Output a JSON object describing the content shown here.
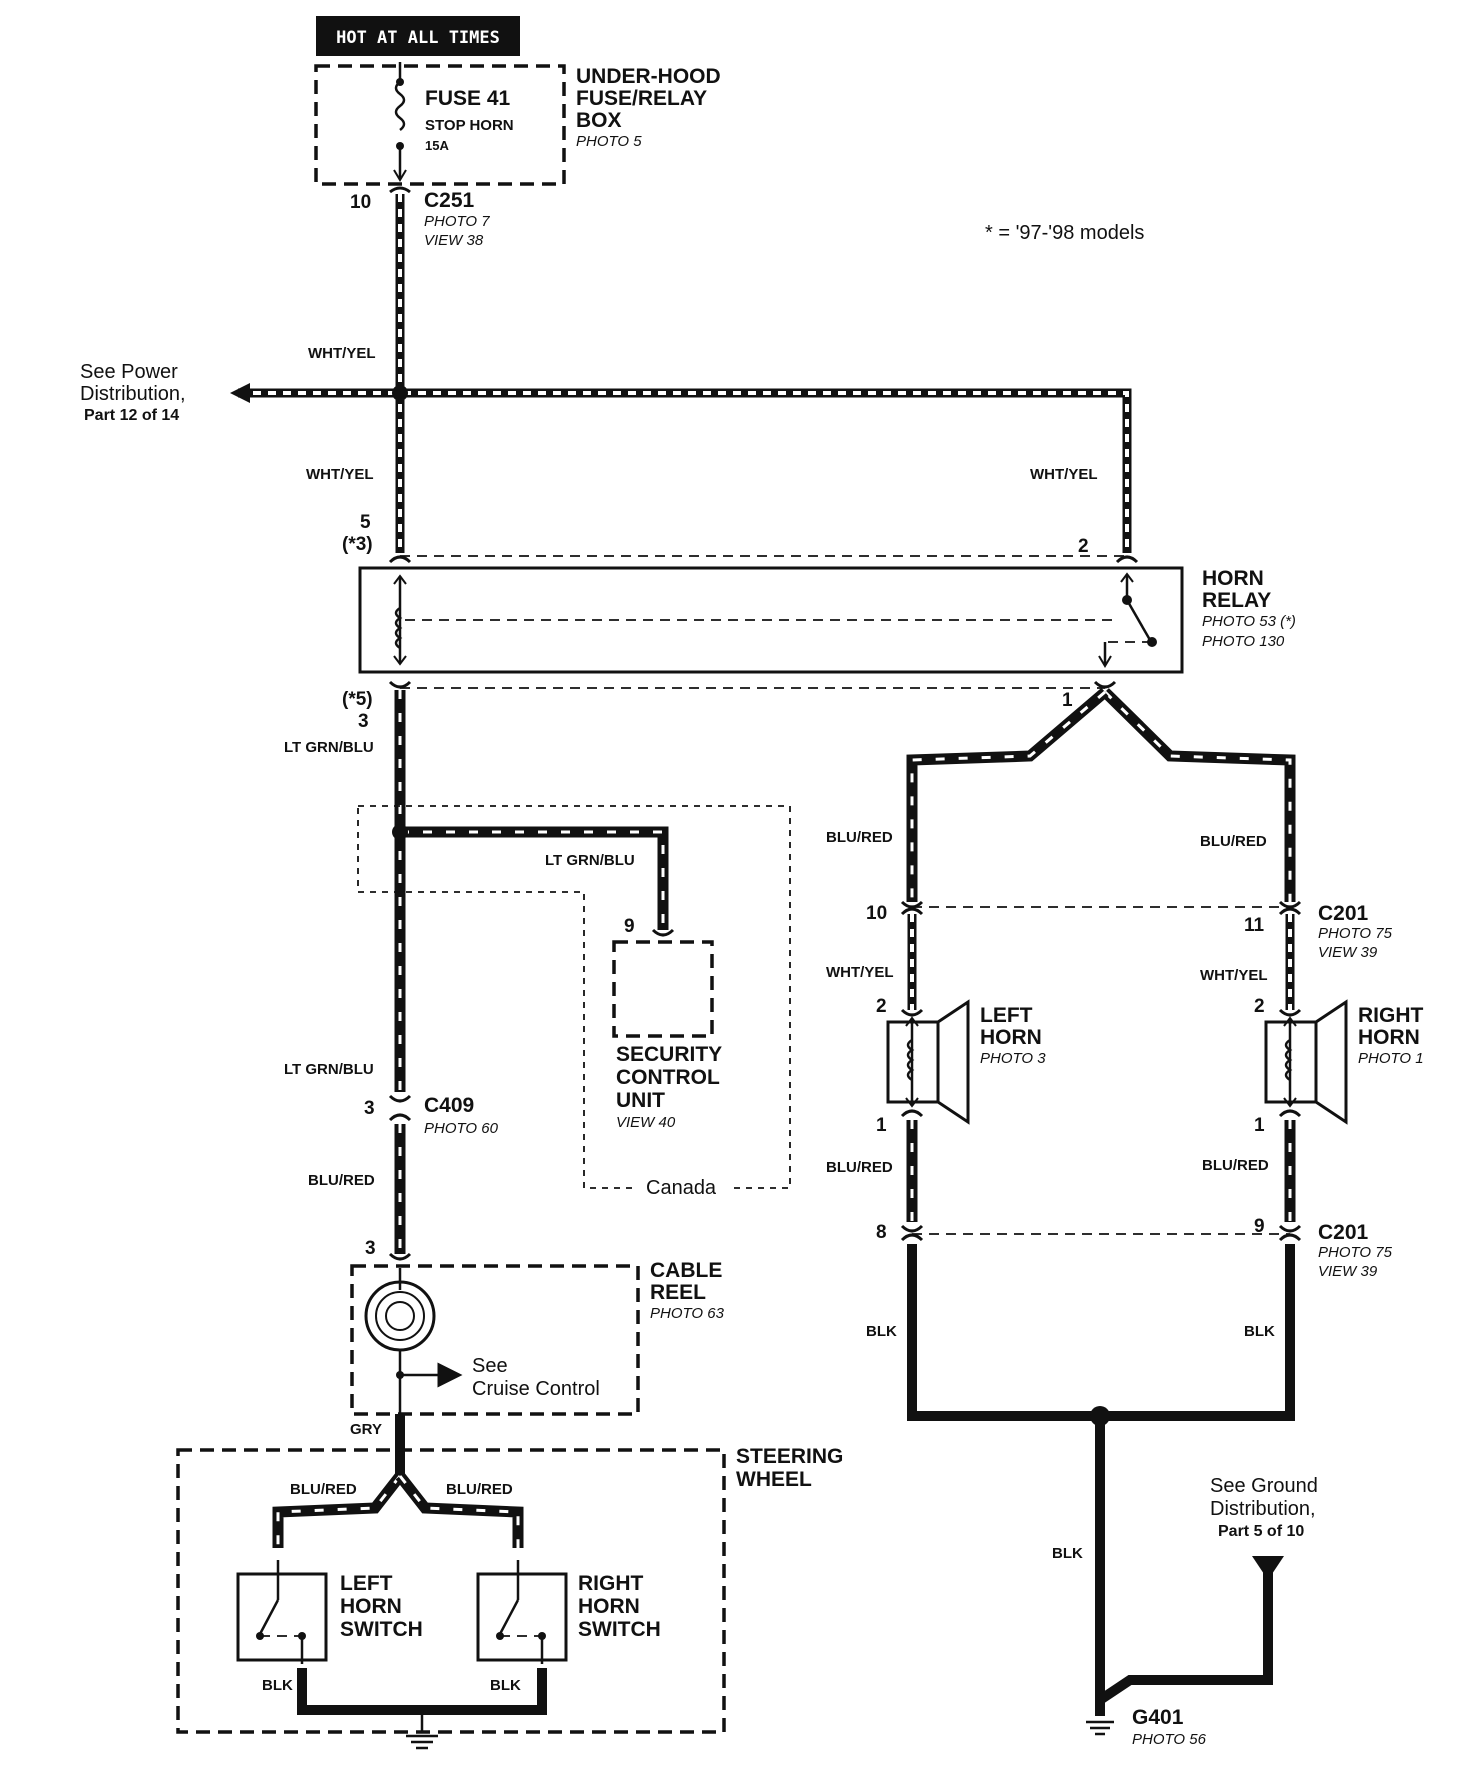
{
  "header": {
    "title": "HOT AT ALL TIMES"
  },
  "legend": {
    "note": "* = '97-'98 models"
  },
  "fuse_box": {
    "fuse_name": "FUSE 41",
    "fuse_circuit": "STOP HORN",
    "fuse_rating": "15A",
    "title_line1": "UNDER-HOOD",
    "title_line2": "FUSE/RELAY",
    "title_line3": "BOX",
    "photo": "PHOTO 5"
  },
  "c251": {
    "pin": "10",
    "name": "C251",
    "photo": "PHOTO 7",
    "view": "VIEW 38"
  },
  "power_ref": {
    "line1": "See Power",
    "line2": "Distribution,",
    "line3": "Part 12 of 14"
  },
  "wires": {
    "wht_yel": "WHT/YEL",
    "lt_grn_blu": "LT GRN/BLU",
    "blu_red": "BLU/RED",
    "gry": "GRY",
    "blk": "BLK"
  },
  "horn_relay": {
    "title_line1": "HORN",
    "title_line2": "RELAY",
    "photo1": "PHOTO 53 (*)",
    "photo2": "PHOTO 130",
    "pin_top_left": "5",
    "pin_top_left_alt": "(*3)",
    "pin_top_right": "2",
    "pin_bottom_left_alt": "(*5)",
    "pin_bottom_left": "3",
    "pin_bottom_right": "1"
  },
  "security_unit": {
    "pin": "9",
    "line1": "SECURITY",
    "line2": "CONTROL",
    "line3": "UNIT",
    "view": "VIEW 40",
    "region": "Canada"
  },
  "c409": {
    "pin": "3",
    "name": "C409",
    "photo": "PHOTO 60"
  },
  "cable_reel": {
    "pin": "3",
    "title_line1": "CABLE",
    "title_line2": "REEL",
    "photo": "PHOTO 63",
    "ref_line1": "See",
    "ref_line2": "Cruise Control"
  },
  "steering_wheel": {
    "title_line1": "STEERING",
    "title_line2": "WHEEL",
    "left_switch": [
      "LEFT",
      "HORN",
      "SWITCH"
    ],
    "right_switch": [
      "RIGHT",
      "HORN",
      "SWITCH"
    ]
  },
  "c201_upper": {
    "pin_left": "10",
    "pin_right": "11",
    "name": "C201",
    "photo": "PHOTO 75",
    "view": "VIEW 39"
  },
  "left_horn": {
    "line1": "LEFT",
    "line2": "HORN",
    "photo": "PHOTO 3",
    "pin_top": "2",
    "pin_bottom": "1"
  },
  "right_horn": {
    "line1": "RIGHT",
    "line2": "HORN",
    "photo": "PHOTO 1",
    "pin_top": "2",
    "pin_bottom": "1"
  },
  "c201_lower": {
    "pin_left": "8",
    "pin_right": "9",
    "name": "C201",
    "photo": "PHOTO 75",
    "view": "VIEW 39"
  },
  "ground_ref": {
    "line1": "See Ground",
    "line2": "Distribution,",
    "line3": "Part 5 of 10"
  },
  "g401": {
    "name": "G401",
    "photo": "PHOTO 56"
  }
}
